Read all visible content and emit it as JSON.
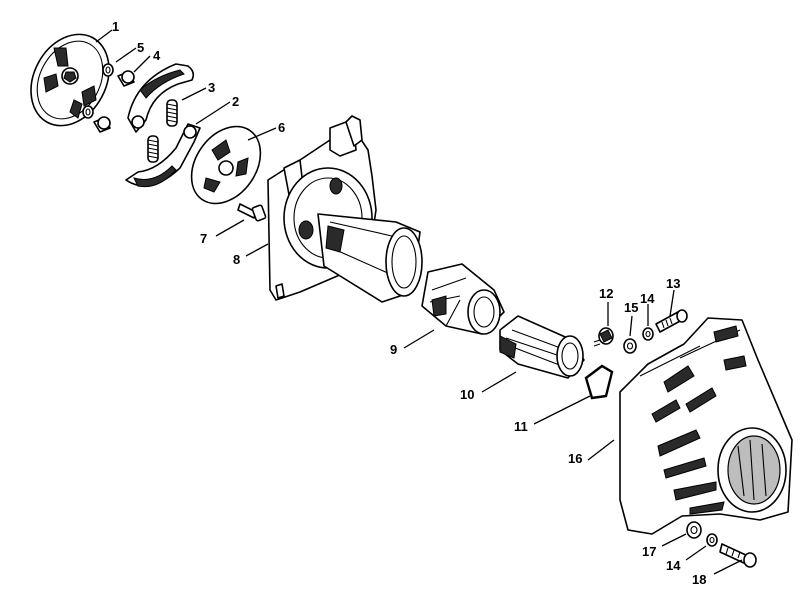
{
  "callouts": [
    "1",
    "5",
    "4",
    "3",
    "2",
    "6",
    "7",
    "8",
    "9",
    "10",
    "11",
    "12",
    "15",
    "14",
    "13",
    "16",
    "17",
    "14",
    "18"
  ],
  "parts": [
    "clutch-carrier",
    "washer",
    "bushing",
    "spring",
    "clutch-shoe",
    "cover-plate",
    "screw",
    "fan-housing",
    "sleeve",
    "bearing-sleeve",
    "retaining-ring",
    "clip",
    "washer",
    "washer",
    "screw",
    "shroud",
    "washer",
    "washer",
    "screw"
  ]
}
